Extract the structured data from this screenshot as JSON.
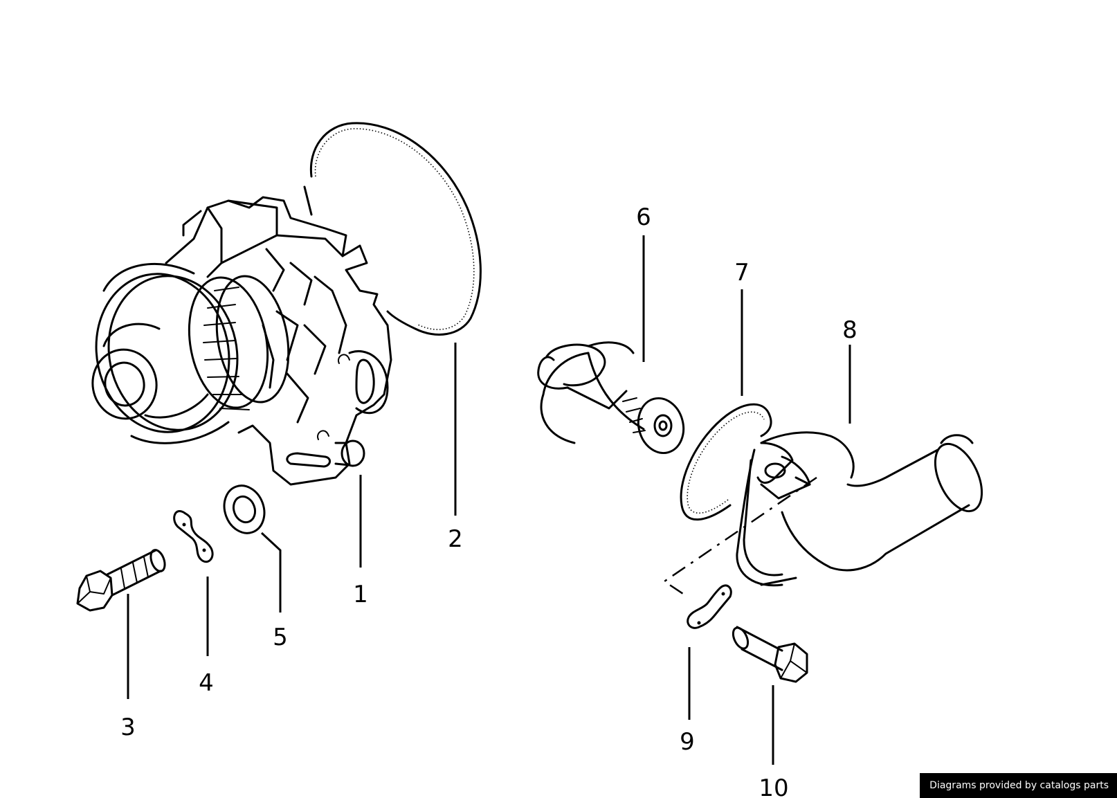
{
  "callouts": [
    {
      "label": "1"
    },
    {
      "label": "2"
    },
    {
      "label": "3"
    },
    {
      "label": "4"
    },
    {
      "label": "5"
    },
    {
      "label": "6"
    },
    {
      "label": "7"
    },
    {
      "label": "8"
    },
    {
      "label": "9"
    },
    {
      "label": "10"
    }
  ],
  "watermark": {
    "text": "Diagrams provided by catalogs parts"
  },
  "colors": {
    "line": "#000000",
    "background": "#ffffff",
    "watermark_bg": "#000000",
    "watermark_text": "#ffffff"
  }
}
